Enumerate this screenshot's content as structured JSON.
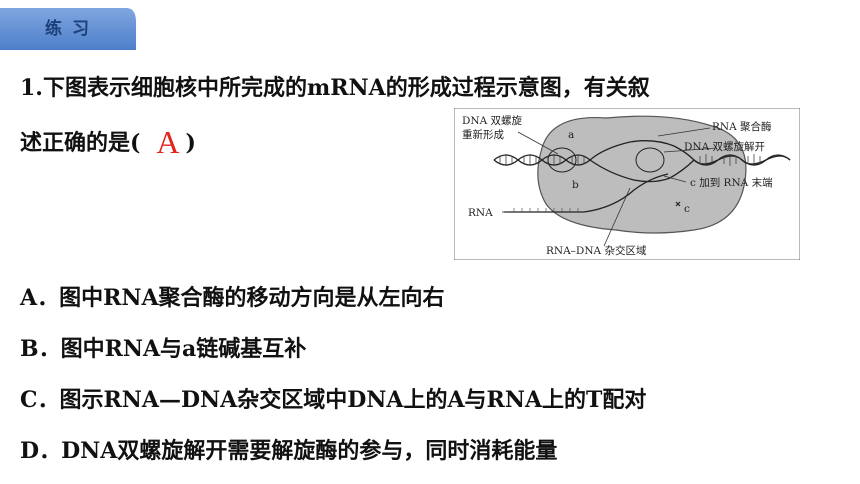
{
  "header": {
    "tab_label": "练 习"
  },
  "question": {
    "line1": "1.下图表示细胞核中所完成的mRNA的形成过程示意图，有关叙",
    "line2": "述正确的是(",
    "answer": "A",
    "close_paren": ")"
  },
  "figure": {
    "labels": {
      "dna_rewind_1": "DNA 双螺旋",
      "dna_rewind_2": "重新形成",
      "rna_polymerase": "RNA 聚合酶",
      "dna_unwind": "DNA 双螺旋解开",
      "c_added": "c 加到 RNA 末端",
      "rna": "RNA",
      "hybrid": "RNA–DNA 杂交区域",
      "a": "a",
      "b": "b",
      "c": "c"
    }
  },
  "options": [
    {
      "text": "A．图中RNA聚合酶的移动方向是从左向右"
    },
    {
      "text": "B．图中RNA与a链碱基互补"
    },
    {
      "text": "C．图示RNA—DNA杂交区域中DNA上的A与RNA上的T配对"
    },
    {
      "text": "D．DNA双螺旋解开需要解旋酶的参与，同时消耗能量"
    }
  ],
  "colors": {
    "tab_blue": "#5b8bd0",
    "answer_red": "#e3241b",
    "nucleus_gray": "#bdbdbd"
  }
}
